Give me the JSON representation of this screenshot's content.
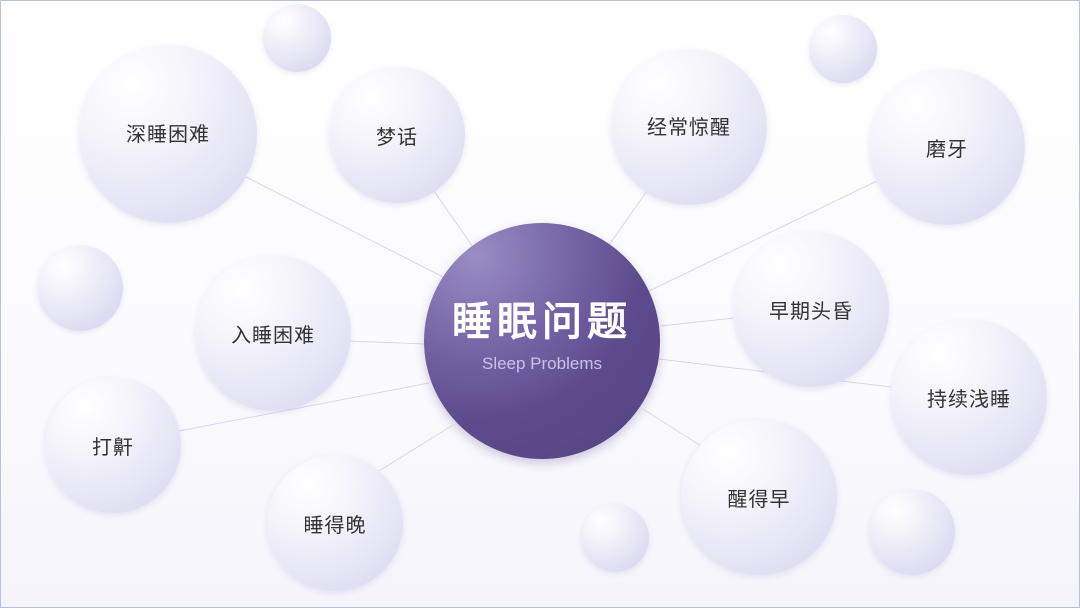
{
  "center": {
    "title": "睡眠问题",
    "subtitle": "Sleep Problems"
  },
  "items": [
    {
      "id": "deep-sleep-difficulty",
      "label": "深睡困难"
    },
    {
      "id": "sleep-talking",
      "label": "梦话"
    },
    {
      "id": "frequent-waking",
      "label": "经常惊醒"
    },
    {
      "id": "teeth-grinding",
      "label": "磨牙"
    },
    {
      "id": "falling-asleep-difficulty",
      "label": "入睡困难"
    },
    {
      "id": "early-dizziness",
      "label": "早期头昏"
    },
    {
      "id": "snoring",
      "label": "打鼾"
    },
    {
      "id": "light-sleep",
      "label": "持续浅睡"
    },
    {
      "id": "late-sleep",
      "label": "睡得晚"
    },
    {
      "id": "early-waking",
      "label": "醒得早"
    }
  ],
  "colors": {
    "hub": "#5a478a",
    "bubble": "#e6e5f5",
    "link": "#d9d6ea",
    "border": "#b9c2dc"
  }
}
